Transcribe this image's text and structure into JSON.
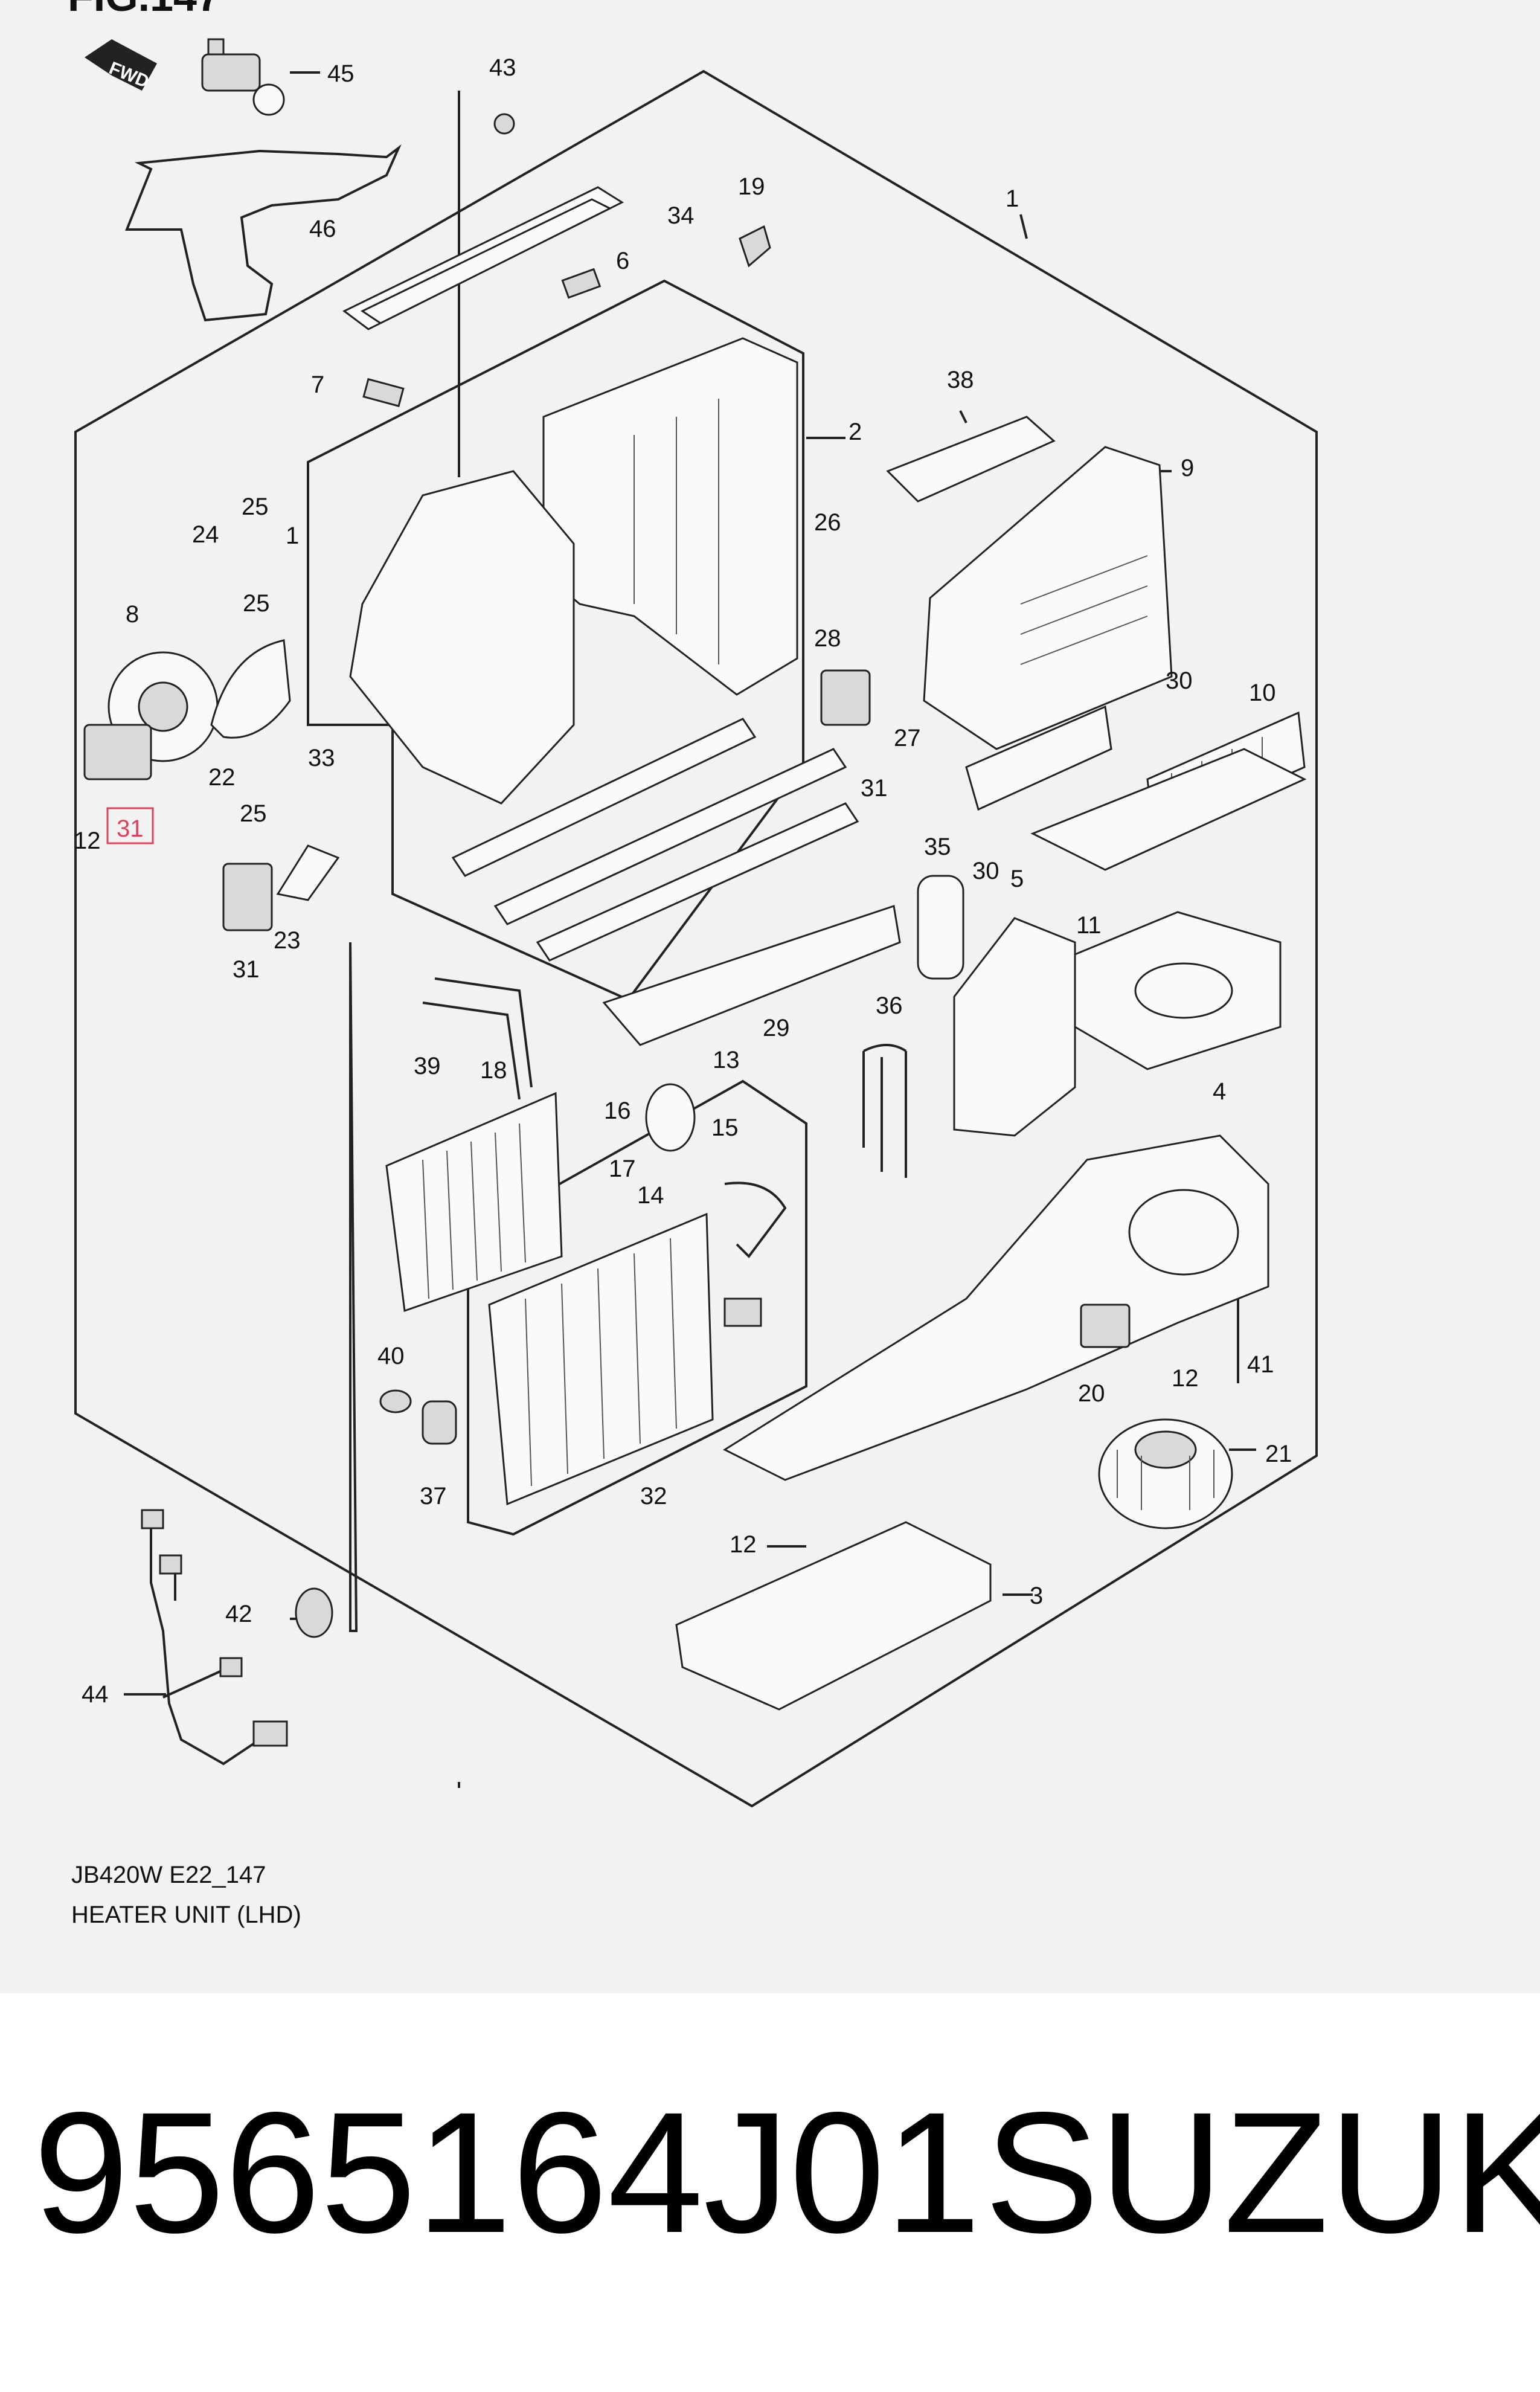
{
  "figure": {
    "header_fragment": "FIG.147",
    "fwd_label": "FWD"
  },
  "callouts": [
    {
      "id": "c45",
      "label": "45"
    },
    {
      "id": "c43",
      "label": "43"
    },
    {
      "id": "c46",
      "label": "46"
    },
    {
      "id": "c34",
      "label": "34"
    },
    {
      "id": "c19",
      "label": "19"
    },
    {
      "id": "c1",
      "label": "1"
    },
    {
      "id": "c6",
      "label": "6"
    },
    {
      "id": "c7",
      "label": "7"
    },
    {
      "id": "c2",
      "label": "2"
    },
    {
      "id": "c38",
      "label": "38"
    },
    {
      "id": "c9",
      "label": "9"
    },
    {
      "id": "c25a",
      "label": "25"
    },
    {
      "id": "c24",
      "label": "24"
    },
    {
      "id": "c1b",
      "label": "1"
    },
    {
      "id": "c26",
      "label": "26"
    },
    {
      "id": "c25b",
      "label": "25"
    },
    {
      "id": "c8",
      "label": "8"
    },
    {
      "id": "c28",
      "label": "28"
    },
    {
      "id": "c30a",
      "label": "30"
    },
    {
      "id": "c10",
      "label": "10"
    },
    {
      "id": "c22",
      "label": "22"
    },
    {
      "id": "c33",
      "label": "33"
    },
    {
      "id": "c27",
      "label": "27"
    },
    {
      "id": "c31a",
      "label": "31"
    },
    {
      "id": "c12a",
      "label": "12"
    },
    {
      "id": "c31b",
      "label": "31"
    },
    {
      "id": "c25c",
      "label": "25"
    },
    {
      "id": "c35",
      "label": "35"
    },
    {
      "id": "c30b",
      "label": "30"
    },
    {
      "id": "c5",
      "label": "5"
    },
    {
      "id": "c11",
      "label": "11"
    },
    {
      "id": "c23",
      "label": "23"
    },
    {
      "id": "c31c",
      "label": "31"
    },
    {
      "id": "c36",
      "label": "36"
    },
    {
      "id": "c29",
      "label": "29"
    },
    {
      "id": "c13",
      "label": "13"
    },
    {
      "id": "c39",
      "label": "39"
    },
    {
      "id": "c18",
      "label": "18"
    },
    {
      "id": "c4",
      "label": "4"
    },
    {
      "id": "c16",
      "label": "16"
    },
    {
      "id": "c15",
      "label": "15"
    },
    {
      "id": "c17",
      "label": "17"
    },
    {
      "id": "c14",
      "label": "14"
    },
    {
      "id": "c40",
      "label": "40"
    },
    {
      "id": "c20",
      "label": "20"
    },
    {
      "id": "c12b",
      "label": "12"
    },
    {
      "id": "c41",
      "label": "41"
    },
    {
      "id": "c21",
      "label": "21"
    },
    {
      "id": "c37",
      "label": "37"
    },
    {
      "id": "c32",
      "label": "32"
    },
    {
      "id": "c12c",
      "label": "12"
    },
    {
      "id": "c3",
      "label": "3"
    },
    {
      "id": "c42",
      "label": "42"
    },
    {
      "id": "c44",
      "label": "44"
    }
  ],
  "highlight_color": "#e0405a",
  "caption": {
    "code": "JB420W E22_147",
    "title": "HEATER UNIT (LHD)"
  },
  "product": {
    "part_number": "9565164J01",
    "brand": "SUZUKI"
  }
}
